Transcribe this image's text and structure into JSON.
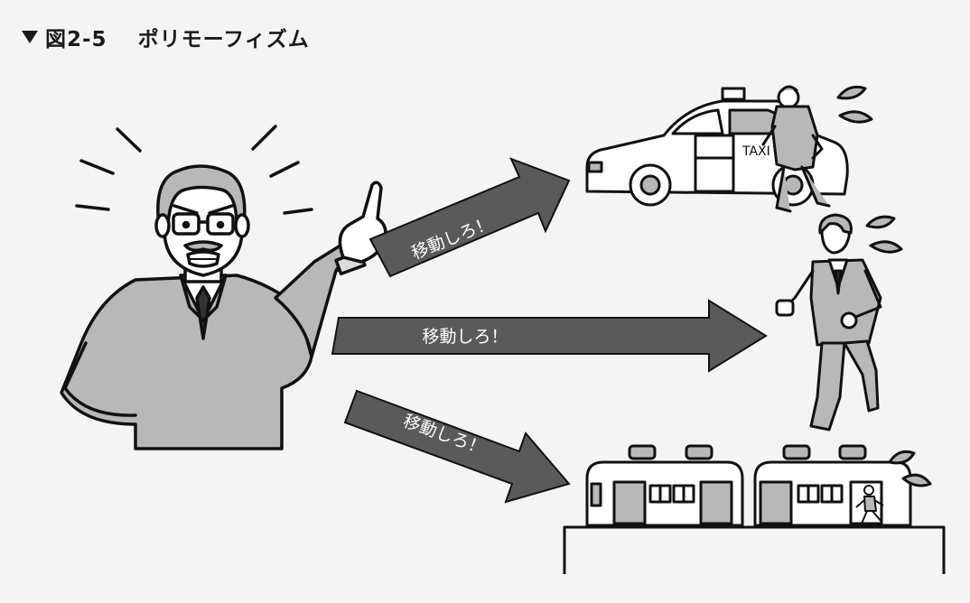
{
  "figure": {
    "number": "図2-5",
    "title": "ポリモーフィズム"
  },
  "arrows": [
    {
      "target": "taxi",
      "label": "移動しろ！"
    },
    {
      "target": "runner",
      "label": "移動しろ！"
    },
    {
      "target": "train",
      "label": "移動しろ！"
    }
  ],
  "taxi": {
    "sign": "TAXI"
  },
  "colors": {
    "background": "#f4f4f4",
    "arrow": "#5a5a5a",
    "figure_fill": "#b8b8b8",
    "outline": "#111111"
  }
}
